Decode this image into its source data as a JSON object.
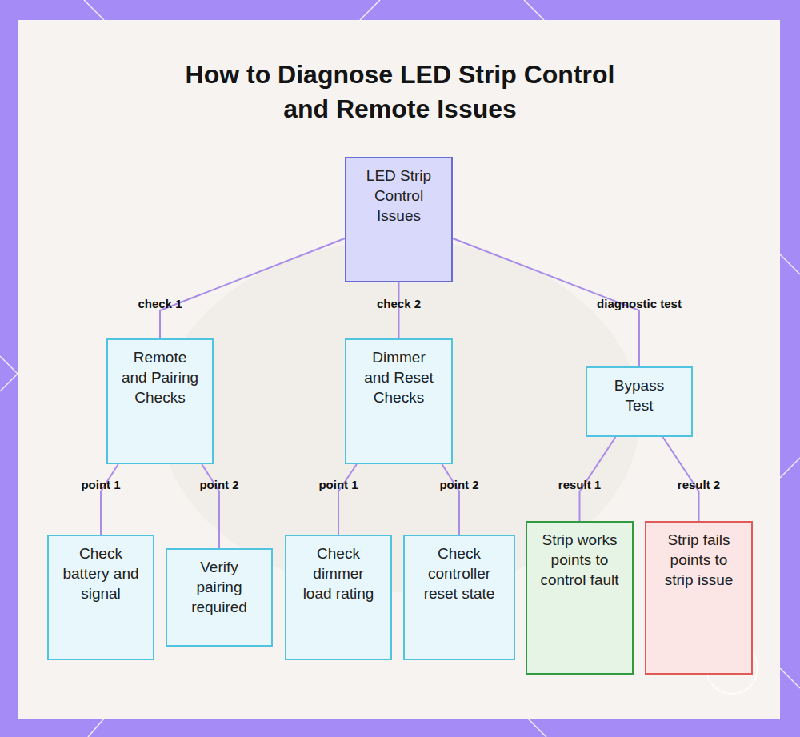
{
  "diagram": {
    "title": "How to Diagnose LED Strip Control and Remote Issues",
    "nodes": [
      {
        "text": [
          "LED Strip Control Issues"
        ]
      },
      {
        "text": [
          "Remote and Pairing Checks"
        ]
      },
      {
        "text": [
          "Dimmer and Reset Checks"
        ]
      },
      {
        "text": [
          "Bypass Test"
        ]
      },
      {
        "text": [
          "Check battery and signal"
        ]
      },
      {
        "text": [
          "Verify pairing required"
        ]
      },
      {
        "text": [
          "Check dimmer load rating"
        ]
      },
      {
        "text": [
          "Check controller reset state"
        ]
      },
      {
        "text": [
          "Strip works points to control fault"
        ]
      },
      {
        "text": [
          "Strip fails points to strip issue"
        ]
      }
    ],
    "edges": [
      {
        "from": 0,
        "to": 1,
        "label": "check 1",
        "arrow": "none"
      },
      {
        "from": 0,
        "to": 2,
        "label": "check 2",
        "arrow": "none"
      },
      {
        "from": 0,
        "to": 3,
        "label": "diagnostic test",
        "arrow": "none"
      },
      {
        "from": 1,
        "to": 4,
        "label": "point 1",
        "arrow": "none"
      },
      {
        "from": 1,
        "to": 5,
        "label": "point 2",
        "arrow": "none"
      },
      {
        "from": 2,
        "to": 6,
        "label": "point 1",
        "arrow": "none"
      },
      {
        "from": 2,
        "to": 7,
        "label": "point 2",
        "arrow": "none"
      },
      {
        "from": 3,
        "to": 8,
        "label": "result 1",
        "arrow": "none"
      },
      {
        "from": 3,
        "to": 9,
        "label": "result 2",
        "arrow": "none"
      }
    ]
  }
}
